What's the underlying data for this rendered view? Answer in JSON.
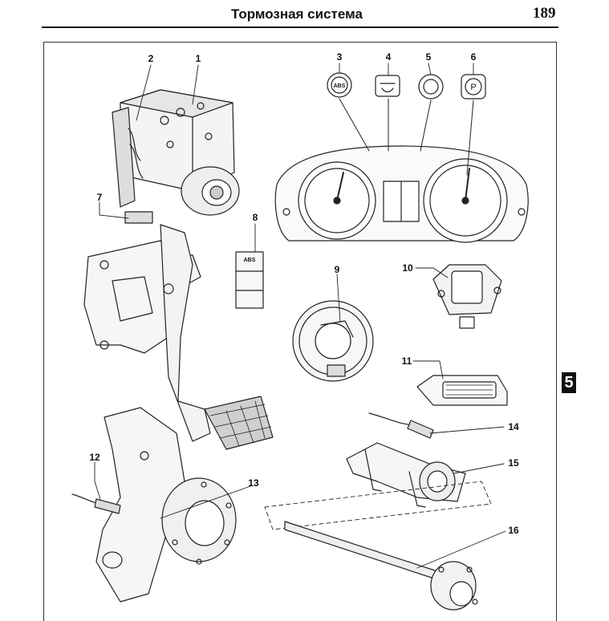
{
  "header": {
    "title": "Тормозная система",
    "page_number": "189"
  },
  "section_tab": "5",
  "figure": {
    "callouts": [
      "1",
      "2",
      "3",
      "4",
      "5",
      "6",
      "7",
      "8",
      "9",
      "10",
      "11",
      "12",
      "13",
      "14",
      "15",
      "16"
    ],
    "abs_label": "ABS"
  }
}
